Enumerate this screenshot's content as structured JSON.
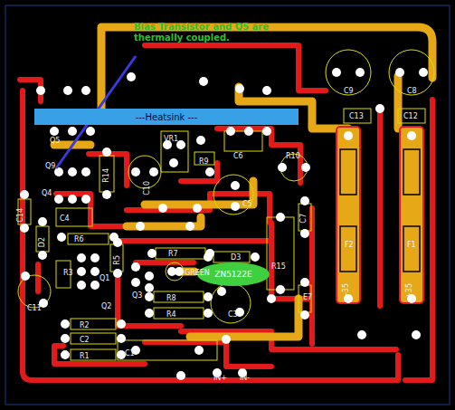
{
  "diagram": {
    "nodes": [
      {
        "text": [
          "---Heatsink ---"
        ]
      },
      {
        "text": [
          "ZN5122E"
        ]
      }
    ],
    "labels": [
      "Bias Transistor and Q5 are thermally coupled.",
      "Q5",
      "Q9",
      "R14",
      "C10",
      "VR1",
      "R9",
      "C6",
      "R10",
      "C5",
      "C9",
      "C8",
      "C13",
      "C12",
      "F2",
      "F1",
      "-35",
      "+35",
      "E7",
      "R15",
      "C7",
      "D3",
      "R7",
      "R5",
      "R6",
      "Q4",
      "C4",
      "C14",
      "D2",
      "R3",
      "Q1",
      "Q2",
      "Q3",
      "R8",
      "R4",
      "R2",
      "C2",
      "R1",
      "C1",
      "C11",
      "C3",
      "GREEN",
      "IN+",
      "IN-"
    ]
  }
}
